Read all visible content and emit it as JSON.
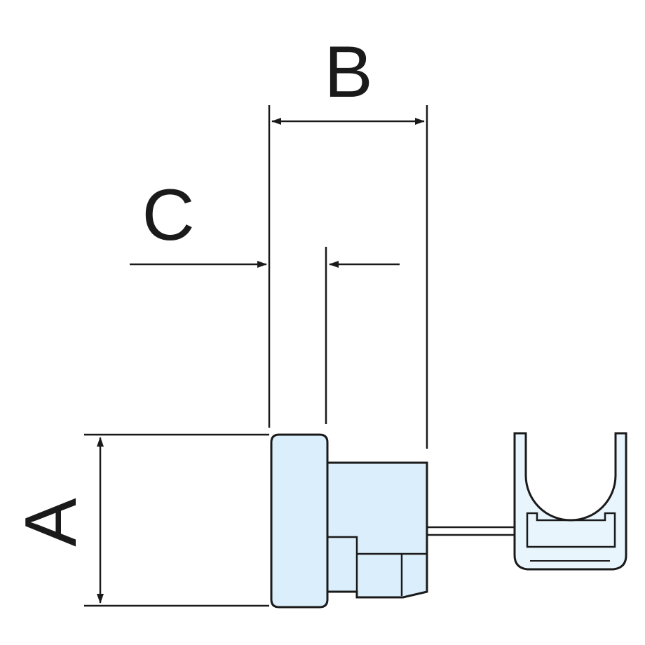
{
  "labels": {
    "a": "A",
    "b": "B",
    "c": "C"
  },
  "colors": {
    "stroke": "#1a1a1a",
    "part_fill": "#dbeefb",
    "part_fill_light": "#e8f5fd",
    "background": "#ffffff"
  }
}
